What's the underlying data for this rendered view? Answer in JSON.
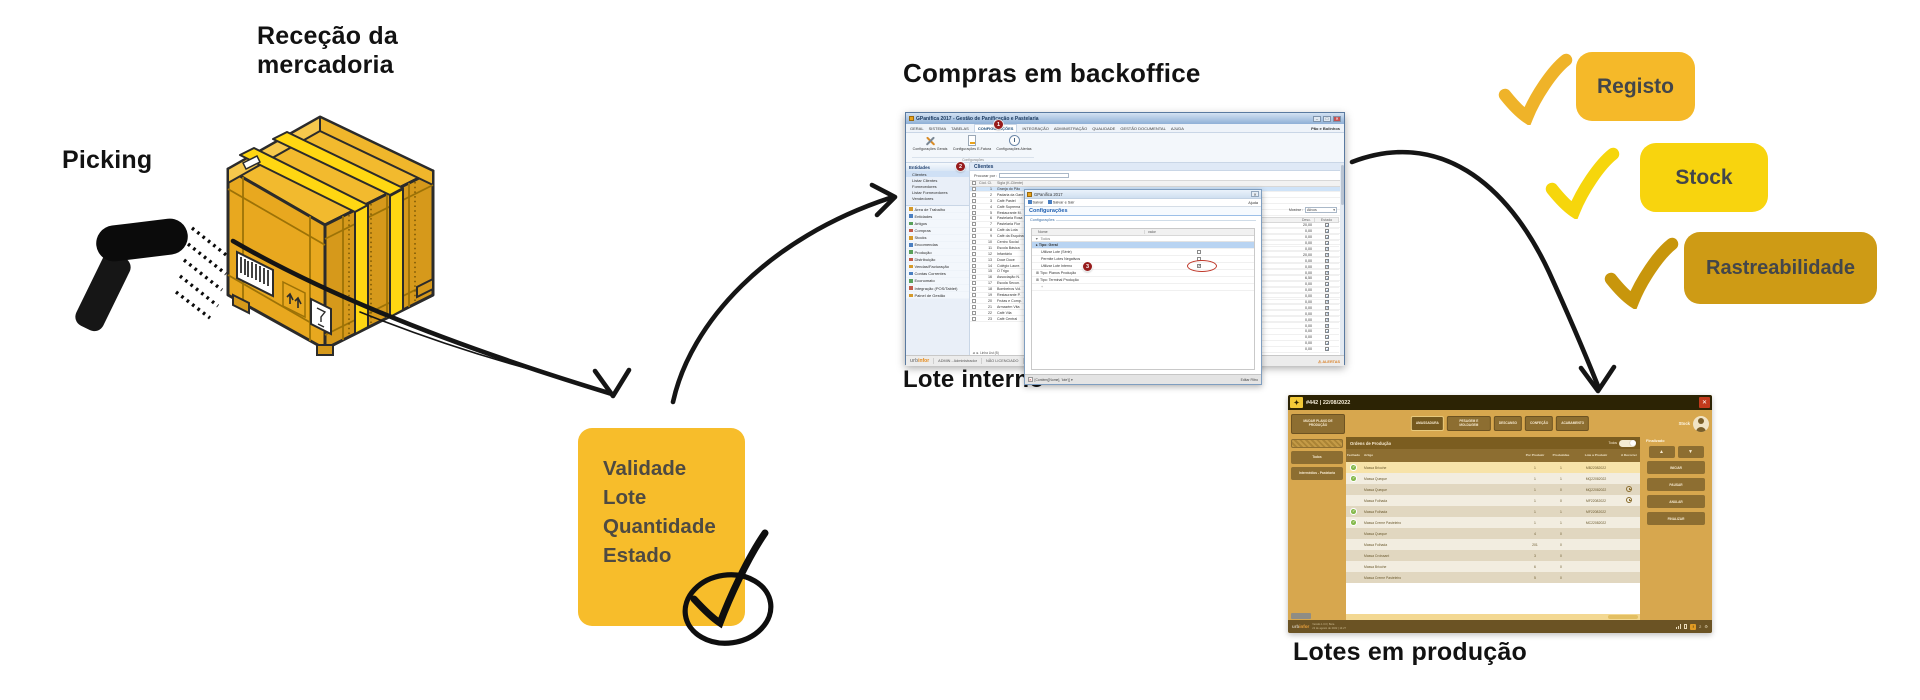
{
  "colors": {
    "note_bg": "#F7BD2B",
    "badge_registo_bg": "#F5B929",
    "badge_stock_bg": "#F8D40E",
    "badge_rastreabilidade_bg": "#CE9B15",
    "crate_gold": "#E8AC25",
    "strap_yellow": "#FFD712",
    "tablet_frame": "#D7A74E",
    "tablet_dark": "#2C2304",
    "arrow_black": "#141414",
    "note_text": "#4E4A42"
  },
  "captions": {
    "rececao_line1": "Receção da",
    "rececao_line2": "mercadoria",
    "picking": "Picking",
    "compras": "Compras em backoffice",
    "lote_interno": "Lote interno",
    "lotes_producao": "Lotes em produção"
  },
  "note": {
    "lines": [
      "Validade",
      "Lote",
      "Quantidade",
      "Estado"
    ]
  },
  "badges": [
    {
      "label": "Registo"
    },
    {
      "label": "Stock"
    },
    {
      "label": "Rastreabilidade"
    }
  ],
  "backoffice": {
    "window_title": "GPanifica 2017 - Gestão de Panificação e Pastelaria",
    "company": "Pão e Bolinhos",
    "ribbon_tabs": [
      {
        "label": "GERAL"
      },
      {
        "label": "SISTEMA"
      },
      {
        "label": "TABELAS"
      },
      {
        "label": "CONFIGURAÇÕES",
        "cls": "active"
      },
      {
        "label": "INTEGRAÇÃO"
      },
      {
        "label": "ADMINISTRAÇÃO"
      },
      {
        "label": "QUALIDADE"
      },
      {
        "label": "GESTÃO DOCUMENTAL"
      },
      {
        "label": "AJUDA"
      }
    ],
    "ribbon_buttons": [
      "Configurações Gerais",
      "Configurações E-Fatura",
      "Configurações Alertas"
    ],
    "ribbon_group": "Configurações",
    "steps": [
      "1",
      "2",
      "3"
    ],
    "nav": {
      "header": "Entidades",
      "collapse_glyph": "«",
      "items": [
        {
          "label": "Clientes",
          "cls": "sel"
        },
        {
          "label": "Listar Clientes"
        },
        {
          "label": "Fornecedores"
        },
        {
          "label": "Listar Fornecedores"
        },
        {
          "label": "Vendedores"
        }
      ],
      "modules": [
        "Área de Trabalho",
        "Entidades",
        "Artigos",
        "Compras",
        "Stocks",
        "Encomendas",
        "Produção",
        "Distribuição",
        "Vendas/Facturação",
        "Contas Correntes",
        "Economato",
        "Integração (POS/Tablet)",
        "Painel de Gestão"
      ]
    },
    "clients": {
      "title": "Clientes",
      "search_label": "Procurar por :",
      "col_num": "Cód. Cl.",
      "col_name": "Sigla (K-Cliente)",
      "pager": "◄ ► Linha List (B)",
      "rows": [
        {
          "num": "1",
          "name": "Granja do Pão",
          "cls": "sel"
        },
        {
          "num": "2",
          "name": "Padaria da Gare"
        },
        {
          "num": "3",
          "name": "Café Pastel"
        },
        {
          "num": "4",
          "name": "Café Suprema"
        },
        {
          "num": "5",
          "name": "Restaurante M."
        },
        {
          "num": "6",
          "name": "Pastelaria Rosa"
        },
        {
          "num": "7",
          "name": "Pastelaria Flor"
        },
        {
          "num": "8",
          "name": "Café da Lota"
        },
        {
          "num": "9",
          "name": "Café da Esquina"
        },
        {
          "num": "10",
          "name": "Centro Social"
        },
        {
          "num": "11",
          "name": "Escola Básica"
        },
        {
          "num": "12",
          "name": "Infantário"
        },
        {
          "num": "13",
          "name": "Doce Doce"
        },
        {
          "num": "14",
          "name": "Colégio Laure."
        },
        {
          "num": "15",
          "name": "O Trigo"
        },
        {
          "num": "16",
          "name": "Associação N."
        },
        {
          "num": "17",
          "name": "Escola Secun."
        },
        {
          "num": "18",
          "name": "Bombeiros Vol."
        },
        {
          "num": "19",
          "name": "Restaurante P."
        },
        {
          "num": "20",
          "name": "Frutas e Comp."
        },
        {
          "num": "21",
          "name": "Armazém Vita"
        },
        {
          "num": "22",
          "name": "Café Vila"
        },
        {
          "num": "23",
          "name": "Café Central"
        }
      ]
    },
    "right_panel": {
      "mostrar_label": "Mostrar :",
      "mostrar_value": "Ativos",
      "dropdown_glyph": "▾",
      "col_desc": "Desc.",
      "col_estado": "Estado",
      "rows": [
        "20,00",
        "0,00",
        "0,00",
        "0,00",
        "0,00",
        "20,00",
        "0,00",
        "0,00",
        "0,00",
        "6,50",
        "0,00",
        "0,00",
        "0,00",
        "0,00",
        "0,00",
        "0,00",
        "0,00",
        "0,00",
        "0,00",
        "0,00",
        "0,00",
        "0,00"
      ]
    },
    "dialog": {
      "title": "GPanifica 2017",
      "toolbar_save": "Salvar",
      "toolbar_save_exit": "Salvar e Sair",
      "toolbar_help": "Ajuda",
      "header": "Configurações",
      "section": "Configurações",
      "col_name": "Nome",
      "col_value": "valor",
      "filter_glyph": "▼",
      "filter_value": "Todos",
      "rows": [
        {
          "name": "Tipo: Geral",
          "kind": "group-sel"
        },
        {
          "name": "Utilizar Lote (Série)",
          "kind": "item",
          "value": "unchecked"
        },
        {
          "name": "Permite Lotes Negativos",
          "kind": "item",
          "value": "unchecked"
        },
        {
          "name": "Utilizar Lote Interno",
          "kind": "item",
          "value": "checked"
        },
        {
          "name": "Tipo: Planos Produção",
          "kind": "group-exp"
        },
        {
          "name": "Tipo: Terminal Produção",
          "kind": "group-exp"
        },
        {
          "name": "",
          "kind": "item-add"
        }
      ],
      "filter_bar": "[Contém([Nome], 'lote')] ▾",
      "edit_filter": "Editar Filtro"
    },
    "statusbar": {
      "logo_gray": "urb",
      "logo_orange": "infor",
      "user": "ADMIN - Administrador",
      "license": "NÃO LICENCIADO",
      "currency": "EUR",
      "support": "Suporte Ativo até: 30-10-2018",
      "alerts": "ALERTAS"
    }
  },
  "tablet": {
    "titlebar": "#442 | 22/08/2022",
    "close_glyph": "✕",
    "change_plan_button": "MUDAR PLANO DE PRODUÇÃO",
    "phases": [
      {
        "label": "AMASSADURA",
        "cls": "active"
      },
      {
        "label": "PESAGEM E MOLDAGEM"
      },
      {
        "label": "DESCANSO"
      },
      {
        "label": "CONFEÇÃO"
      },
      {
        "label": "ACABAMENTO"
      }
    ],
    "stock_label": "Stock",
    "sidebar": [
      {
        "label": "",
        "cls": "hatched"
      },
      {
        "label": "Todos"
      },
      {
        "label": "Intermédios - Pastelaria"
      }
    ],
    "list_header": "Ordens de Produção",
    "toggle_label": "Todos",
    "columns": [
      "Fechado",
      "Artigo",
      "Por Produzir",
      "Produzidas",
      "Lote a Produzir",
      "A Decorrer"
    ],
    "rows": [
      {
        "artigo": "Massa Brioche",
        "por": "1",
        "prod": "1",
        "lote": "MB22082022",
        "fechado": "done",
        "hl": "hl"
      },
      {
        "artigo": "Massa Queque",
        "por": "1",
        "prod": "1",
        "lote": "MQ22082022",
        "fechado": "done"
      },
      {
        "artigo": "Massa Queque",
        "por": "1",
        "prod": "0",
        "lote": "MQ22082022",
        "decorrer": "clock"
      },
      {
        "artigo": "Massa Folhada",
        "por": "1",
        "prod": "0",
        "lote": "MF22082022",
        "decorrer": "clock"
      },
      {
        "artigo": "Massa Folhada",
        "por": "1",
        "prod": "1",
        "lote": "MF22082022",
        "fechado": "done"
      },
      {
        "artigo": "Massa Creme Pasteleiro",
        "por": "1",
        "prod": "1",
        "lote": "MC22082022",
        "fechado": "done"
      },
      {
        "artigo": "Massa Queque",
        "por": "4",
        "prod": "0",
        "lote": ""
      },
      {
        "artigo": "Massa Folhada",
        "por": "201",
        "prod": "0",
        "lote": ""
      },
      {
        "artigo": "Massa Croissant",
        "por": "3",
        "prod": "0",
        "lote": ""
      },
      {
        "artigo": "Massa Brioche",
        "por": "6",
        "prod": "0",
        "lote": ""
      },
      {
        "artigo": "Massa Creme Pasteleiro",
        "por": "5",
        "prod": "0",
        "lote": ""
      }
    ],
    "panel": {
      "title": "Finalizado",
      "up_glyph": "▲",
      "down_glyph": "▼",
      "actions": [
        "INICIAR",
        "PAUSAR",
        "ANULAR",
        "FINALIZAR"
      ]
    },
    "statusbar": {
      "logo_left": "urb",
      "logo_right": "infor",
      "info_line1": "Versão 1.0.0 | Beta",
      "info_line2": "22 de agosto de 2022 | 14:27",
      "count_badge": "2",
      "gear_glyph": "⚙"
    }
  }
}
